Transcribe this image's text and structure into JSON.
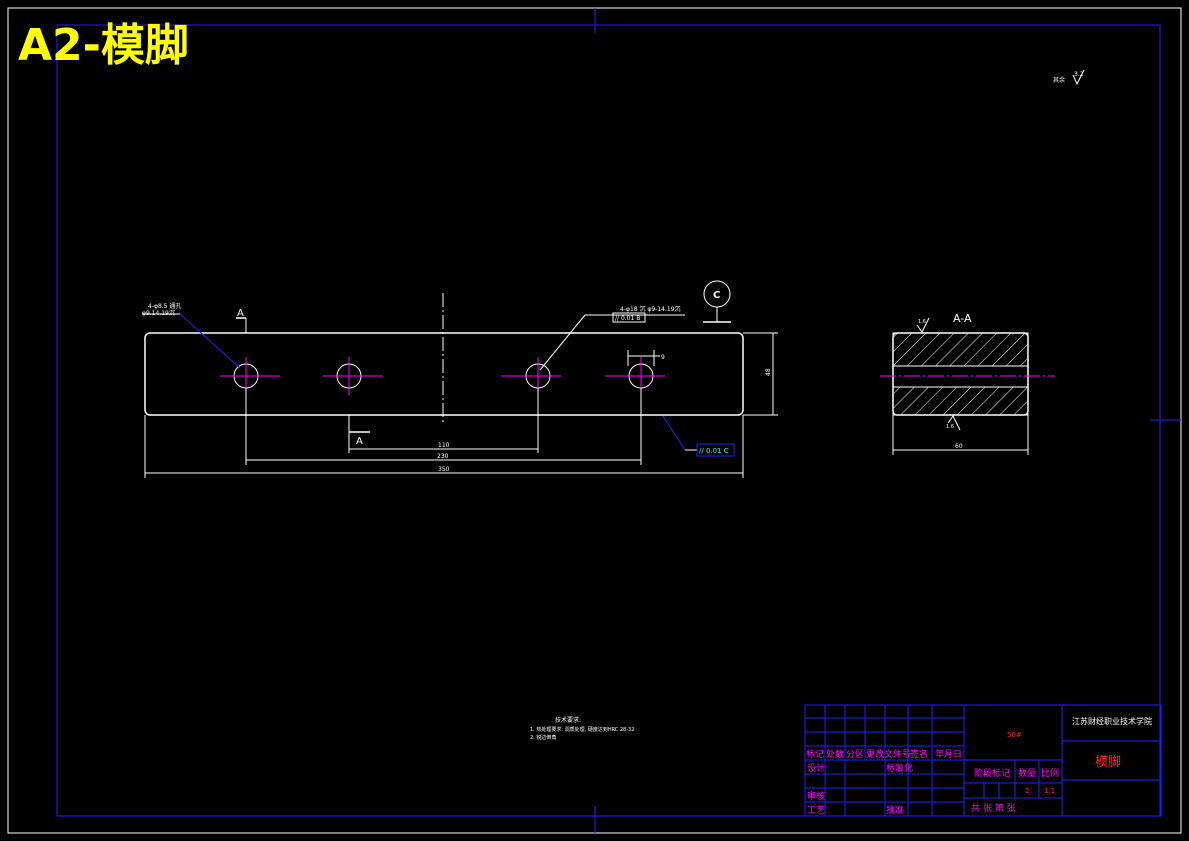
{
  "title": "A2-模脚",
  "roughness": {
    "label": "其余",
    "value": "3.2"
  },
  "front_view": {
    "section_mark_top": "A",
    "section_mark_bottom": "A",
    "hole_note_left_1": "4-φ8.5 通孔",
    "hole_note_left_2": "φ9.14.19沉",
    "hole_note_right": "4-φ18 沉 φ9-14.19沉",
    "tolerance_frame_top": "// 0.01 B",
    "tolerance_frame_bottom": "// 0.01 C",
    "datum": "C",
    "dim_110": "110",
    "dim_230": "230",
    "dim_350": "350",
    "dim_48": "48",
    "dim_hole": "9"
  },
  "section_view": {
    "label": "A-A",
    "rough_top": "1.6",
    "rough_bottom": "1.6",
    "dim_60": "60"
  },
  "tech_notes": {
    "heading": "技术要求:",
    "line1": "1. 热处理要求: 调质处理, 硬度达到HRC 28-32",
    "line2": "2. 锐边倒角"
  },
  "title_block": {
    "school": "江苏财经职业技术学院",
    "part_name": "模脚",
    "material": "50#",
    "header_cells": [
      "标记",
      "处数",
      "分区",
      "更改文件号",
      "签名",
      "年月日"
    ],
    "design": "设计",
    "standardize": "标准化",
    "review": "审核",
    "process": "工艺",
    "approve": "批准",
    "stage_mark": "阶段标记",
    "quantity": "数量",
    "scale": "比例",
    "quantity_value": "2",
    "scale_value": "1:1",
    "sheets": "共 张 第 张"
  }
}
